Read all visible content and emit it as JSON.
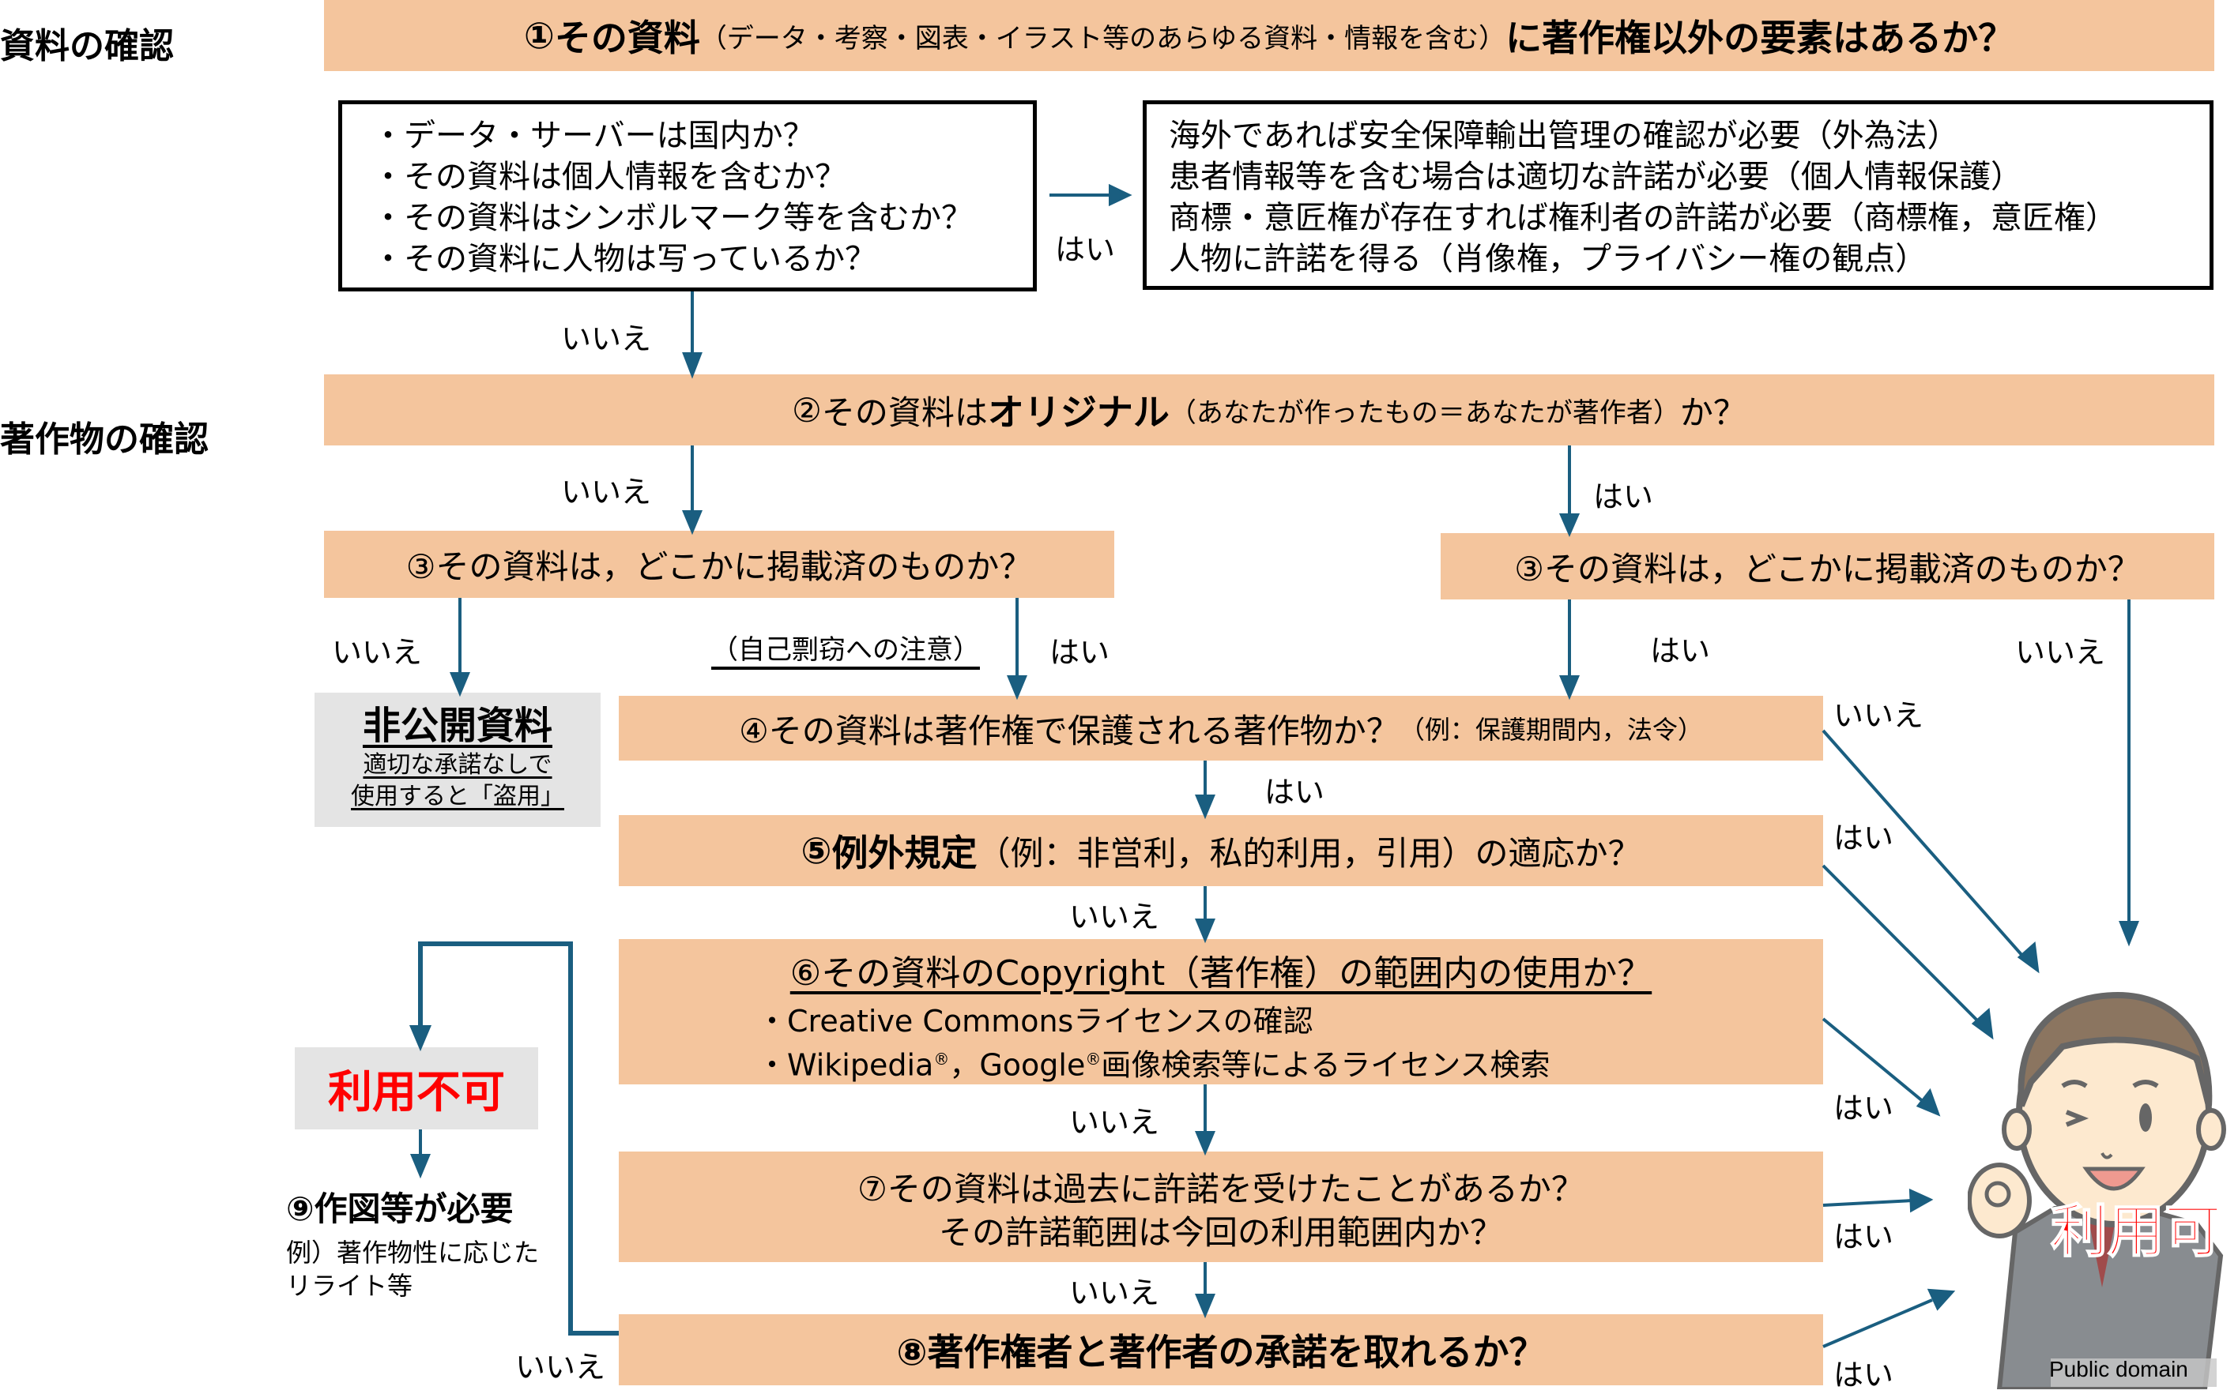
{
  "sections": {
    "material_check": "資料の確認",
    "work_check": "著作物の確認"
  },
  "q1": {
    "num": "①",
    "lead": "その資料",
    "paren": "（データ・考察・図表・イラスト等のあらゆる資料・情報を含む）",
    "tail": "に著作権以外の要素はあるか？"
  },
  "q1_checklist": [
    "・データ・サーバーは国内か？",
    "・その資料は個人情報を含むか？",
    "・その資料はシンボルマーク等を含むか？",
    "・その資料に人物は写っているか？"
  ],
  "q1_requirements": [
    "海外であれば安全保障輸出管理の確認が必要（外為法）",
    "患者情報等を含む場合は適切な許諾が必要（個人情報保護）",
    "商標・意匠権が存在すれば権利者の許諾が必要（商標権，意匠権）",
    "人物に許諾を得る（肖像権，プライバシー権の観点）"
  ],
  "q2": {
    "num": "②",
    "lead": "その資料は",
    "emph": "オリジナル",
    "paren": "（あなたが作ったもの＝あなたが著作者）",
    "tail": "か？"
  },
  "q3_left": "③その資料は，どこかに掲載済のものか？",
  "q3_right": "③その資料は，どこかに掲載済のものか？",
  "self_plagiarism_note": "（自己剽窃への注意）",
  "unpublished": {
    "title": "非公開資料",
    "line1": "適切な承諾なしで",
    "line2": "使用すると「盗用」"
  },
  "q4": {
    "main": "④その資料は著作権で保護される著作物か？",
    "paren": "（例：保護期間内，法令）"
  },
  "q5": {
    "num": "⑤",
    "lead": "例外規定",
    "paren": "（例：非営利，私的利用，引用）",
    "tail": "の適応か？"
  },
  "q6": {
    "title": "⑥その資料のCopyright（著作権）の範囲内の使用か？",
    "bullet1": "・Creative Commonsライセンスの確認",
    "bullet2_a": "・Wikipedia",
    "bullet2_b": "，Google",
    "bullet2_c": "画像検索等によるライセンス検索",
    "reg": "®"
  },
  "q7": {
    "line1": "⑦その資料は過去に許諾を受けたことがあるか？",
    "line2": "その許諾範囲は今回の利用範囲内か？"
  },
  "q8": "⑧著作権者と著作者の承諾を取れるか？",
  "not_usable": "利用不可",
  "q9": {
    "title": "⑨作図等が必要",
    "example_line1": "例）著作物性に応じた",
    "example_line2": "リライト等"
  },
  "usable": "利用可",
  "credit": "Public domain",
  "labels": {
    "yes": "はい",
    "no": "いいえ"
  },
  "colors": {
    "box_fill": "#f4c59d",
    "gray_fill": "#e4e4e4",
    "arrow": "#1a5e80",
    "red": "#ff0000"
  }
}
